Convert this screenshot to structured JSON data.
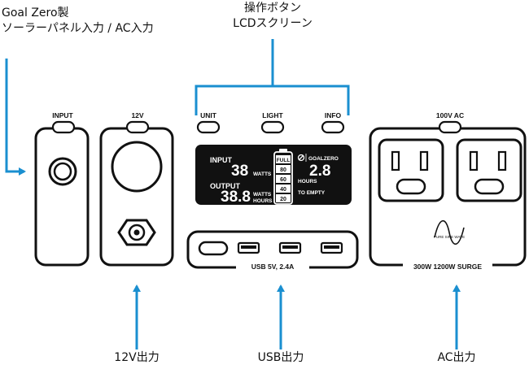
{
  "callouts": {
    "input_label": [
      "Goal Zero製",
      "ソーラーパネル入力 / AC入力"
    ],
    "buttons_label": [
      "操作ボタン",
      "LCDスクリーン"
    ],
    "out_12v": "12V出力",
    "out_usb": "USB出力",
    "out_ac": "AC出力"
  },
  "panel_labels": {
    "input": "INPUT",
    "dc12": "12V",
    "unit": "UNIT",
    "light": "LIGHT",
    "info": "INFO",
    "ac100": "100V AC",
    "usb": "USB 5V, 2.4A",
    "ac_rating": "300W 1200W SURGE",
    "pure_sine": "PURE SINE WAVE"
  },
  "lcd": {
    "input_label": "INPUT",
    "input_value": "38",
    "input_unit": "WATTS",
    "output_label": "OUTPUT",
    "output_value": "38.8",
    "output_unit_1": "WATTS",
    "output_unit_2": "HOURS",
    "battery_levels": [
      "FULL",
      "80",
      "60",
      "40",
      "20"
    ],
    "brand": "GOALZERO",
    "time_value": "2.8",
    "time_unit": "HOURS",
    "time_label": "TO EMPTY"
  },
  "colors": {
    "callout_blue": "#1a8fd0",
    "outline": "#111111",
    "lcd_bg": "#111111"
  }
}
